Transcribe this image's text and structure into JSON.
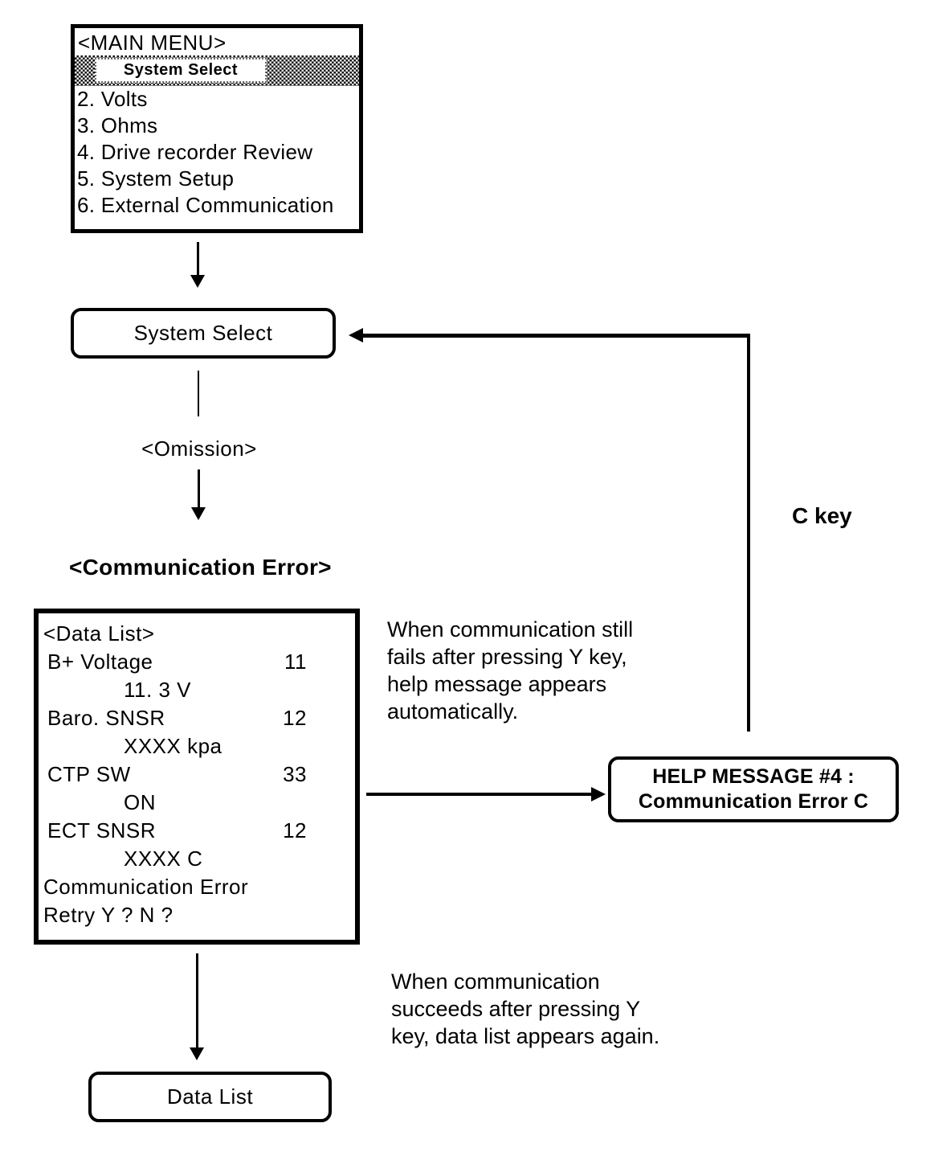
{
  "main_menu": {
    "title": "<MAIN MENU>",
    "selected_item": "System Select",
    "items": [
      "2. Volts",
      "3. Ohms",
      "4. Drive recorder Review",
      "5. System Setup",
      "6. External Communication"
    ]
  },
  "system_select_box": {
    "label": "System Select"
  },
  "omission_label": "<Omission>",
  "section_heading": "<Communication Error>",
  "data_list_screen": {
    "title": "<Data List>",
    "rows": [
      {
        "label": "B+ Voltage",
        "code": "11",
        "value": "11. 3 V"
      },
      {
        "label": "Baro. SNSR",
        "code": "12",
        "value": "XXXX kpa"
      },
      {
        "label": "CTP SW",
        "code": "33",
        "value": "ON"
      },
      {
        "label": "ECT SNSR",
        "code": "12",
        "value": "XXXX C"
      }
    ],
    "error_line1": "Communication Error",
    "error_line2": "Retry Y ? N ?"
  },
  "help_message_box": {
    "line1": "HELP MESSAGE #4 :",
    "line2": "Communication Error C"
  },
  "data_list_result_box": {
    "label": "Data List"
  },
  "annotations": {
    "c_key_label": "C key",
    "fail_note_lines": [
      "When communication still",
      "fails after pressing Y key,",
      "help message appears",
      "automatically."
    ],
    "success_note_lines": [
      "When communication",
      "succeeds after pressing Y",
      "key, data list appears again."
    ]
  },
  "colors": {
    "ink": "#000000",
    "paper": "#ffffff"
  }
}
